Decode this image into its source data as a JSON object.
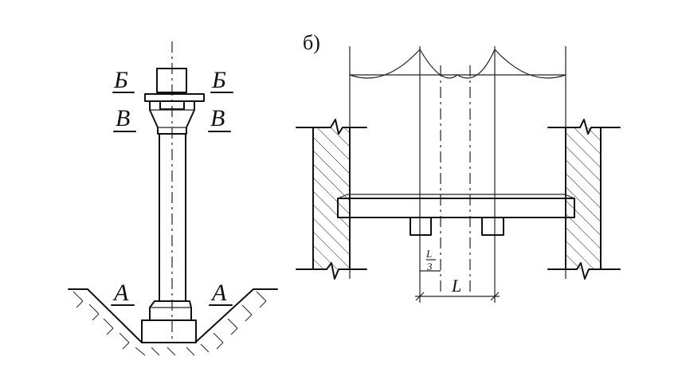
{
  "figure_a": {
    "section_labels": [
      {
        "left": "Б",
        "right": "Б"
      },
      {
        "left": "В",
        "right": "В"
      },
      {
        "left": "А",
        "right": "А"
      }
    ]
  },
  "figure_b": {
    "subtitle": "б)",
    "dim_span": "L",
    "dim_third_num": "L",
    "dim_third_den": "3"
  }
}
